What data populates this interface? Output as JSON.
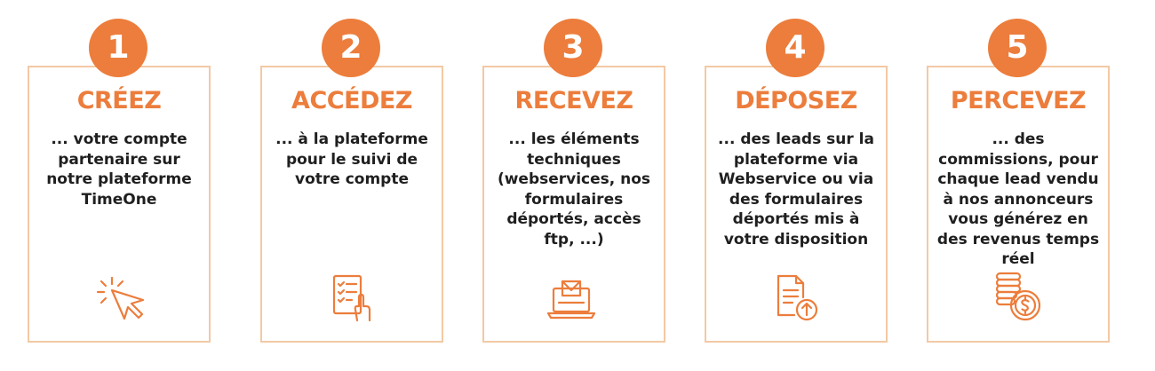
{
  "accent_color": "#ec7d3c",
  "border_color": "#f3c9a4",
  "steps": [
    {
      "number": "1",
      "title": "CRÉEZ",
      "lines": [
        "... votre compte",
        "partenaire sur",
        "notre plateforme",
        "TimeOne"
      ],
      "icon": "click-cursor-icon"
    },
    {
      "number": "2",
      "title": "ACCÉDEZ",
      "lines": [
        "... à la plateforme",
        "pour le suivi de",
        "votre compte"
      ],
      "icon": "checklist-hand-icon"
    },
    {
      "number": "3",
      "title": "RECEVEZ",
      "lines": [
        "... les éléments",
        "techniques",
        "(webservices, nos",
        "formulaires",
        "déportés, accès",
        "ftp, ...)"
      ],
      "icon": "laptop-envelope-icon"
    },
    {
      "number": "4",
      "title": "DÉPOSEZ",
      "lines": [
        "... des leads sur la",
        "plateforme via",
        "Webservice ou via",
        "des formulaires",
        "déportés mis à",
        "votre disposition"
      ],
      "icon": "document-upload-icon"
    },
    {
      "number": "5",
      "title": "PERCEVEZ",
      "lines": [
        "... des",
        "commissions, pour",
        "chaque lead vendu",
        "à nos annonceurs",
        "vous générez en",
        "des revenus temps",
        "réel"
      ],
      "icon": "coins-dollar-icon"
    }
  ]
}
